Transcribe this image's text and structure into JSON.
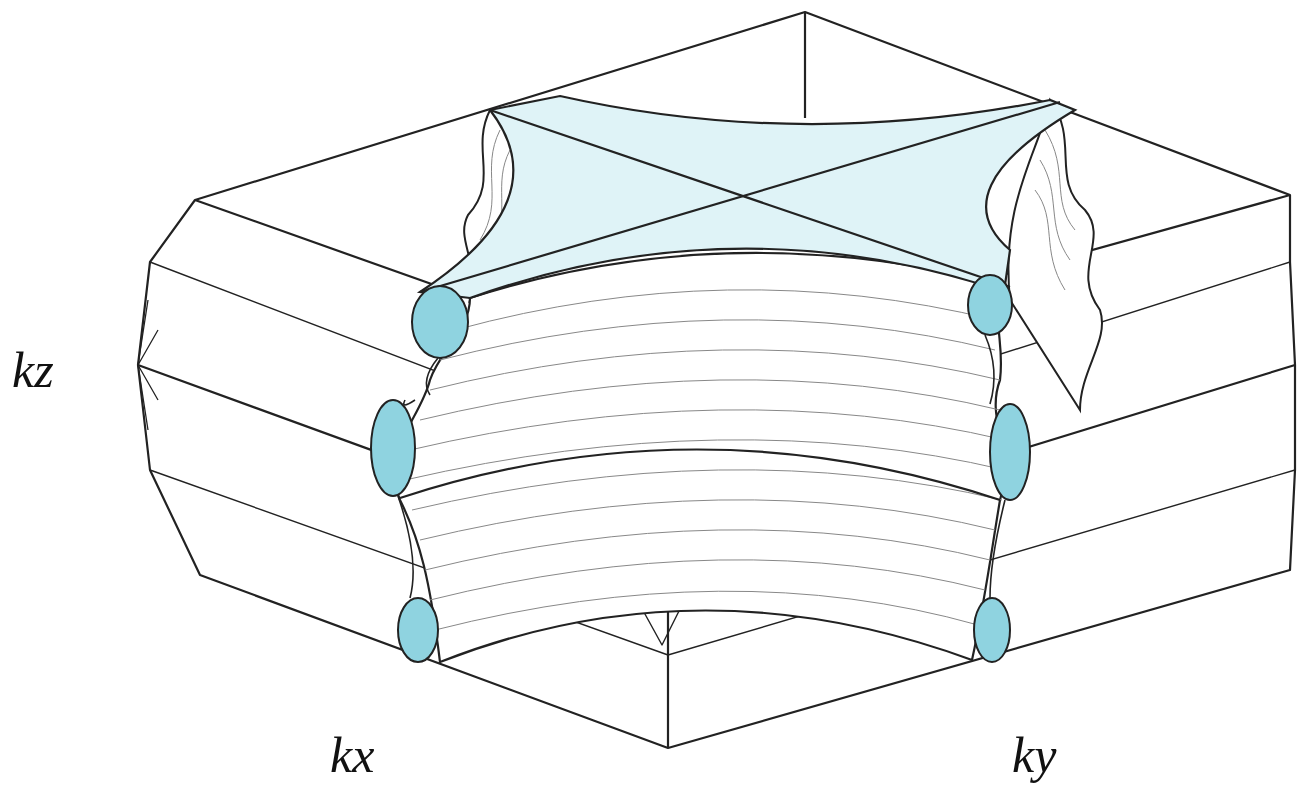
{
  "diagram": {
    "labels": [
      "kz",
      "kx",
      "ky"
    ]
  }
}
